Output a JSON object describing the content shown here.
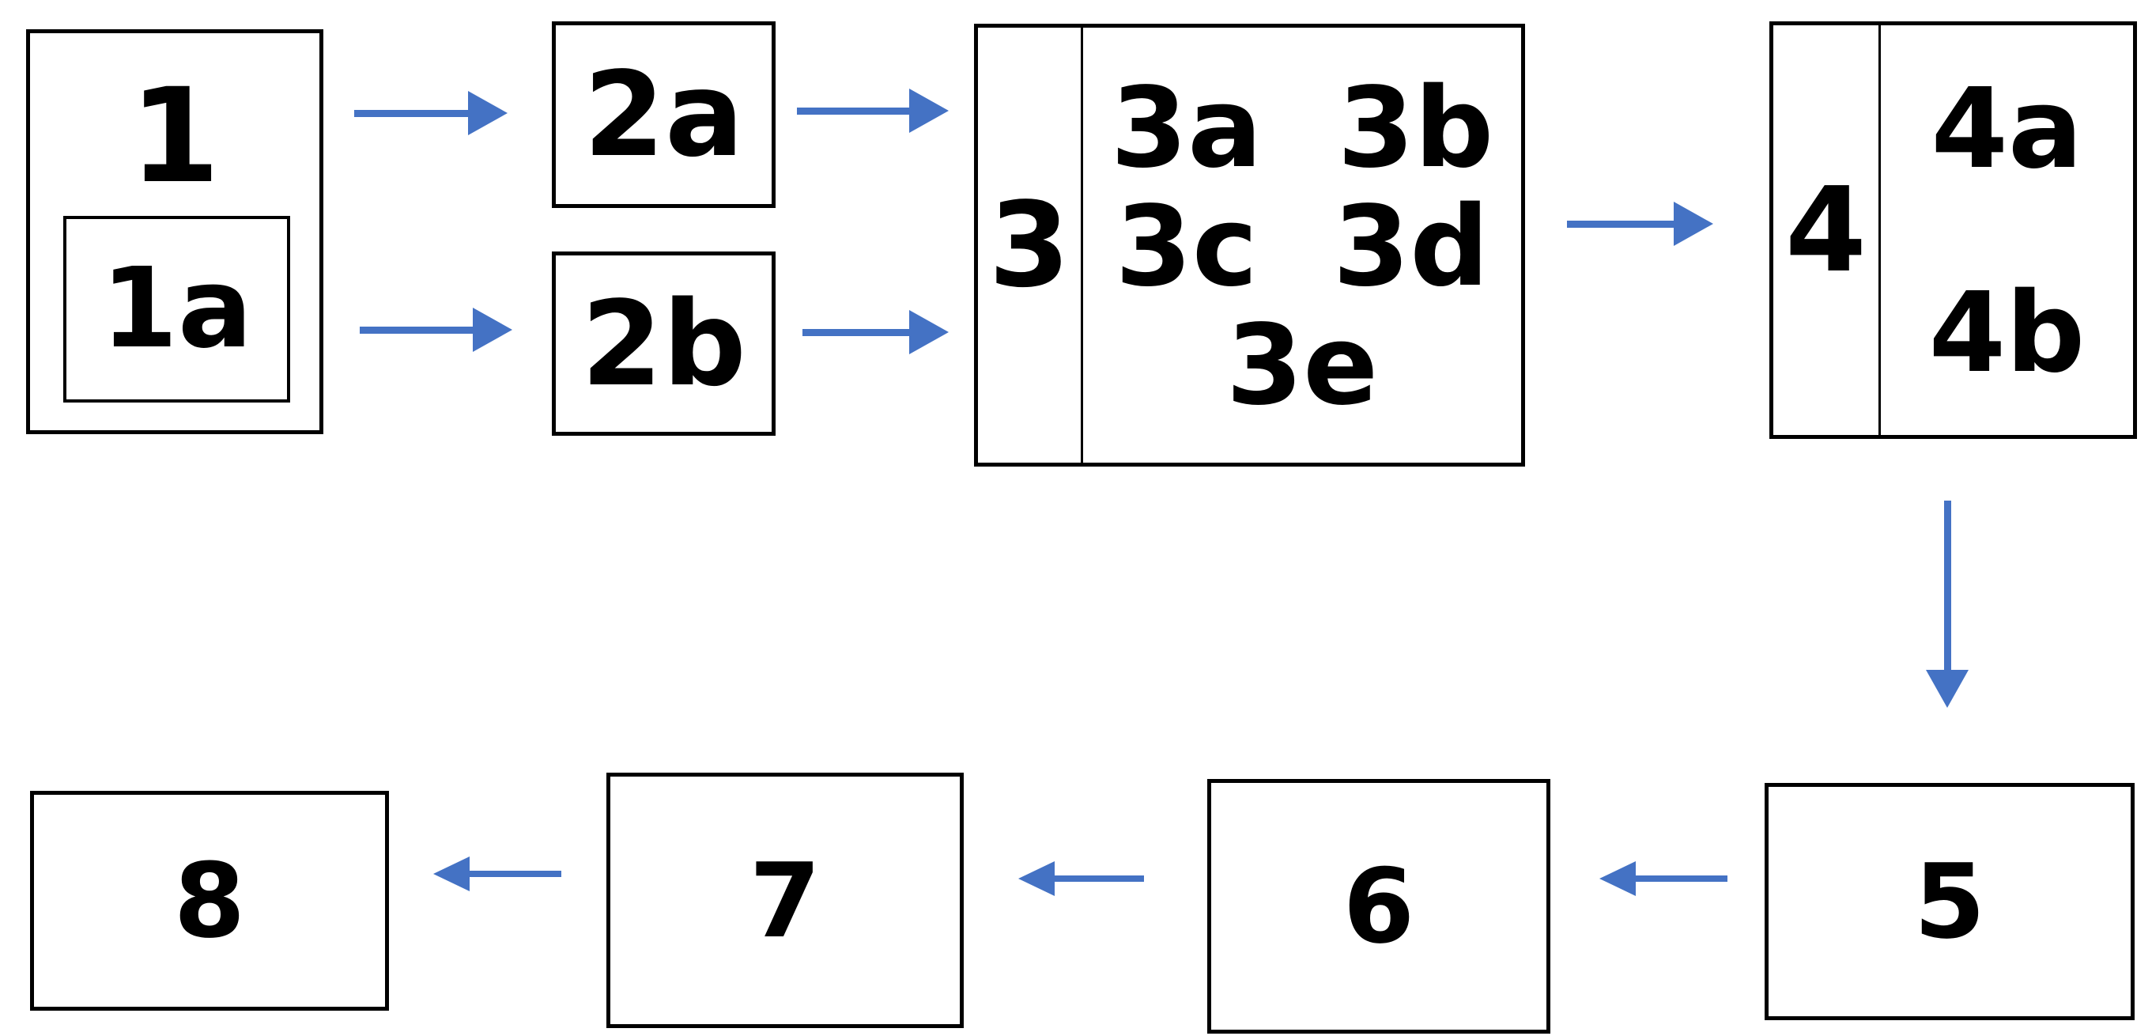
{
  "colors": {
    "arrow": "#4472C4",
    "box_border": "#000000",
    "background": "#FFFFFF",
    "label_text": "#000000"
  },
  "boxes": {
    "b1": "1",
    "b1a": "1a",
    "b2a": "2a",
    "b2b": "2b",
    "b3": "3",
    "b3a": "3a",
    "b3b": "3b",
    "b3c": "3c",
    "b3d": "3d",
    "b3e": "3e",
    "b4": "4",
    "b4a": "4a",
    "b4b": "4b",
    "b5": "5",
    "b6": "6",
    "b7": "7",
    "b8": "8"
  },
  "edges": [
    {
      "from": "1",
      "to": "2a",
      "direction": "right"
    },
    {
      "from": "1a",
      "to": "2b",
      "direction": "right"
    },
    {
      "from": "2a",
      "to": "3",
      "direction": "right"
    },
    {
      "from": "2b",
      "to": "3",
      "direction": "right"
    },
    {
      "from": "3",
      "to": "4",
      "direction": "right"
    },
    {
      "from": "4",
      "to": "5",
      "direction": "down"
    },
    {
      "from": "5",
      "to": "6",
      "direction": "left"
    },
    {
      "from": "6",
      "to": "7",
      "direction": "left"
    },
    {
      "from": "7",
      "to": "8",
      "direction": "left"
    }
  ]
}
